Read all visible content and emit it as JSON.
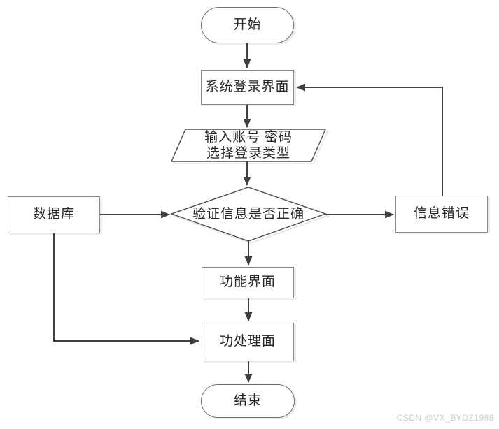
{
  "watermark": "CSDN @VX_BYDZ1988",
  "flowchart": {
    "colors": {
      "background": "#ffffff",
      "rect_border": "#868686",
      "terminator_border": "#6e6e6e",
      "polygon_border": "#4d4d4d",
      "connector": "#404040",
      "text": "#262626",
      "watermark_text": "#cbcbcb"
    },
    "nodes": {
      "start": {
        "type": "terminator",
        "label": "开始"
      },
      "login": {
        "type": "process",
        "label": "系统登录界面"
      },
      "input": {
        "type": "data-io",
        "lines": [
          "输入账号 密码",
          "选择登录类型"
        ]
      },
      "decision": {
        "type": "decision",
        "label": "验证信息是否正确"
      },
      "database": {
        "type": "process",
        "label": "数据库"
      },
      "error": {
        "type": "process",
        "label": "信息错误"
      },
      "function_ui": {
        "type": "process",
        "label": "功能界面"
      },
      "process_ui": {
        "type": "process",
        "label": "功处理面"
      },
      "end": {
        "type": "terminator",
        "label": "结束"
      }
    },
    "edges": [
      {
        "from": "start",
        "to": "login"
      },
      {
        "from": "login",
        "to": "input"
      },
      {
        "from": "input",
        "to": "decision"
      },
      {
        "from": "database",
        "to": "decision"
      },
      {
        "from": "decision",
        "to": "error"
      },
      {
        "from": "error",
        "to": "login"
      },
      {
        "from": "decision",
        "to": "function_ui"
      },
      {
        "from": "function_ui",
        "to": "process_ui"
      },
      {
        "from": "database",
        "to": "process_ui"
      },
      {
        "from": "process_ui",
        "to": "end"
      }
    ]
  }
}
